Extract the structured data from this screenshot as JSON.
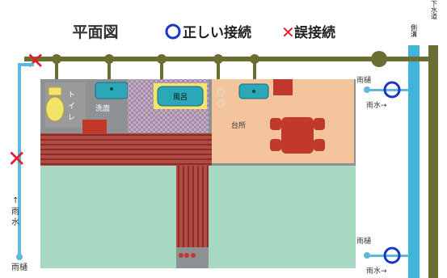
{
  "title": "平面図",
  "legend": {
    "correct_label": "正しい接続",
    "wrong_label": "誤接続",
    "correct_color": "#1a36c9",
    "wrong_color": "#e41b2c"
  },
  "rooms": {
    "toilet": "トイレ",
    "washroom": "洗面",
    "bath": "風呂",
    "kitchen": "台所"
  },
  "labels": {
    "rain_gutter": "雨樋",
    "rainwater_arrow": "雨水→",
    "rainwater_vertical": "雨水",
    "up_arrow": "↑",
    "side_ditch": "側溝",
    "sewer": "下水道"
  },
  "colors": {
    "sewer_pipe": "#6b6e32",
    "rain_pipe": "#5db9dc",
    "side_ditch": "#3fb3d8",
    "room_gray": "#8f9294",
    "kitchen_floor": "#f4c49c",
    "garden": "#a7d9c2",
    "deck": "#a8413a",
    "bath_tile": "#b9a3bc"
  }
}
